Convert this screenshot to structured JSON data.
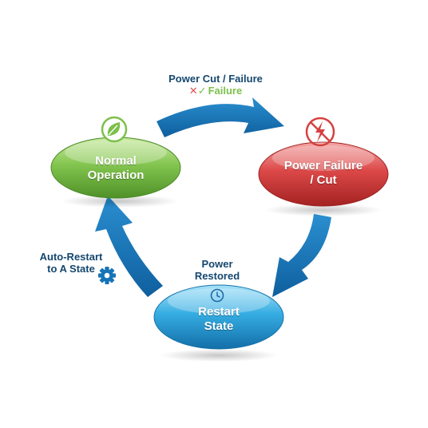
{
  "colors": {
    "arrow": "#1674b7",
    "ann_text": "#15476f",
    "normal": "#7cc04b",
    "failure": "#d64040",
    "restart": "#2fa8df",
    "cross": "#e05252",
    "check": "#7cc04b"
  },
  "nodes": {
    "normal": {
      "line1": "Normal",
      "line2": "Operation",
      "icon": "leaf-icon"
    },
    "failure": {
      "line1": "Power Failure",
      "line2": "/ Cut",
      "icon": "no-lightning-icon"
    },
    "restart": {
      "line1": "Restart",
      "line2": "State",
      "icon": "clock-icon"
    }
  },
  "annotations": {
    "top_title": "Power Cut / Failure",
    "top_status_cross": "✕",
    "top_status_check": "✓",
    "top_status_text": "Failure",
    "right_line1": "Power",
    "right_line2": "Restored",
    "left_line1": "Auto-Restart",
    "left_line2": "to A State",
    "left_icon": "gear-icon"
  }
}
